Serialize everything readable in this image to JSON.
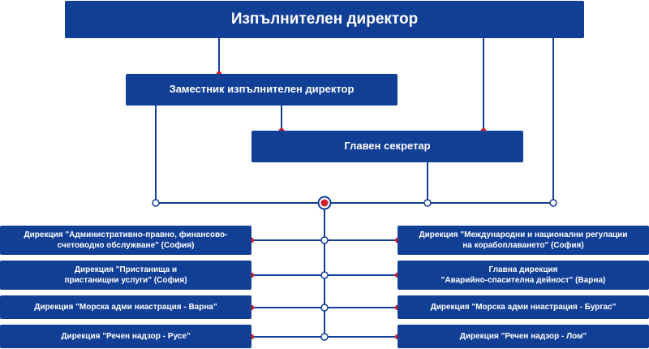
{
  "org": {
    "ceo": "Изпълнителен директор",
    "deputy": "Заместник изпълнителен директор",
    "secretary": "Главен секретар"
  },
  "departments": {
    "left": [
      "Дирекция \"Административно-правно, финансово-\nсчетоводно обслужване\" (София)",
      "Дирекция \"Пристанища и\nпристанищни услуги\" (София)",
      "Дирекция \"Морска адми ниастрация - Варна\"",
      "Дирекция \"Речен надзор - Русе\""
    ],
    "right": [
      "Дирекция \"Международни и национални регулации\nна корабоплаването\" (София)",
      "Главна дирекция\n\"Аварийно-спасителна дейност\" (Варна)",
      "Дирекция \"Морска адми ниастрация - Бургас\"",
      "Дирекция \"Речен надзор - Лом\""
    ]
  },
  "colors": {
    "box": "#123f96",
    "line": "#123f96",
    "accent": "#d0202e"
  }
}
